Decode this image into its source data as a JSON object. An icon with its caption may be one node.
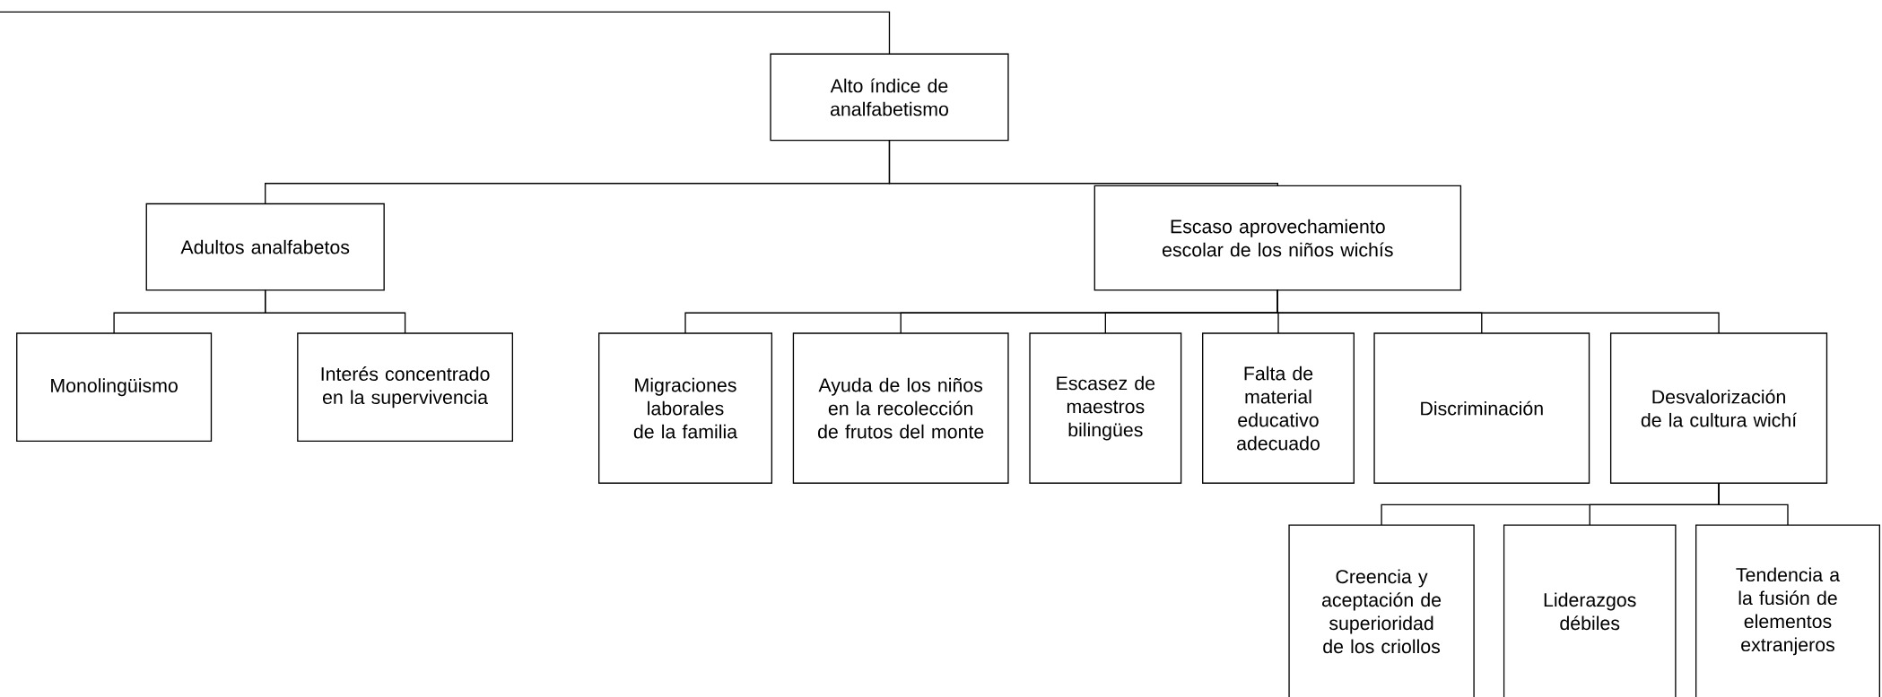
{
  "diagram": {
    "nodes": [
      {
        "text": [
          "Alto índice de analfabetismo"
        ]
      },
      {
        "text": [
          "Adultos analfabetos"
        ]
      },
      {
        "text": [
          "Escaso aprovechamiento escolar de los niños wichís"
        ]
      },
      {
        "text": [
          "Monolingüismo"
        ]
      },
      {
        "text": [
          "Interés concentrado en la supervivencia"
        ]
      },
      {
        "text": [
          "Migraciones laborales de la familia"
        ]
      },
      {
        "text": [
          "Ayuda de los niños en la recolección de frutos del monte"
        ]
      },
      {
        "text": [
          "Escasez de maestros bilingües"
        ]
      },
      {
        "text": [
          "Falta de material educativo adecuado"
        ]
      },
      {
        "text": [
          "Discriminación"
        ]
      },
      {
        "text": [
          "Desvalorización de la cultura wichí"
        ]
      },
      {
        "text": [
          "Creencia y aceptación de superioridad de los criollos"
        ]
      },
      {
        "text": [
          "Liderazgos débiles"
        ]
      },
      {
        "text": [
          "Tendencia a la fusión de elementos extranjeros"
        ]
      }
    ],
    "edges": [
      {
        "from": null,
        "to": 0,
        "arrow": "none"
      },
      {
        "from": 0,
        "to": 1,
        "arrow": "none"
      },
      {
        "from": 0,
        "to": 2,
        "arrow": "none"
      },
      {
        "from": 1,
        "to": 3,
        "arrow": "none"
      },
      {
        "from": 1,
        "to": 4,
        "arrow": "none"
      },
      {
        "from": 2,
        "to": 5,
        "arrow": "none"
      },
      {
        "from": 2,
        "to": 6,
        "arrow": "none"
      },
      {
        "from": 2,
        "to": 7,
        "arrow": "none"
      },
      {
        "from": 2,
        "to": 8,
        "arrow": "none"
      },
      {
        "from": 2,
        "to": 9,
        "arrow": "none"
      },
      {
        "from": 2,
        "to": 10,
        "arrow": "none"
      },
      {
        "from": 10,
        "to": 11,
        "arrow": "none"
      },
      {
        "from": 10,
        "to": 12,
        "arrow": "none"
      },
      {
        "from": 10,
        "to": 13,
        "arrow": "none"
      }
    ]
  }
}
